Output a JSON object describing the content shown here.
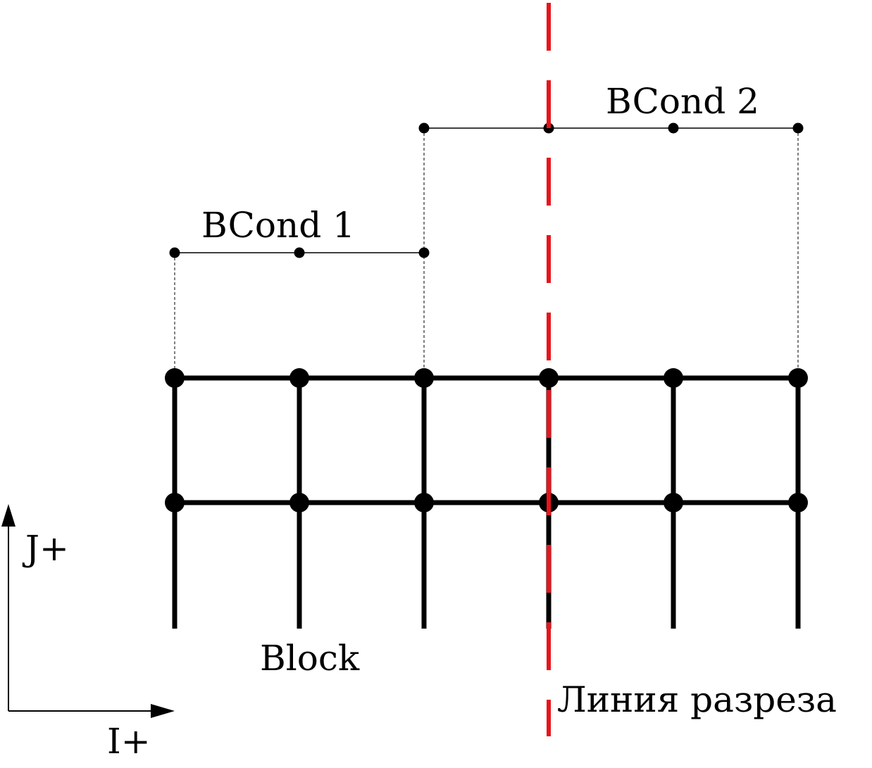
{
  "labels": {
    "bcond1": "BCond 1",
    "bcond2": "BCond 2",
    "block": "Block",
    "cut_line": "Линия разреза",
    "j_axis": "J+",
    "i_axis": "I+"
  },
  "colors": {
    "grid": "#000000",
    "cut_line": "#e8141b",
    "background": "#ffffff"
  },
  "block_grid": {
    "columns": 6,
    "node_rows": 2
  },
  "bcond1": {
    "nodes": 3,
    "aligned_with_block_columns": [
      1,
      2,
      3
    ]
  },
  "bcond2": {
    "nodes": 4,
    "aligned_with_block_columns": [
      3,
      4,
      5,
      6
    ]
  },
  "cut_line": {
    "style": "dashed",
    "at_block_column": 4
  }
}
